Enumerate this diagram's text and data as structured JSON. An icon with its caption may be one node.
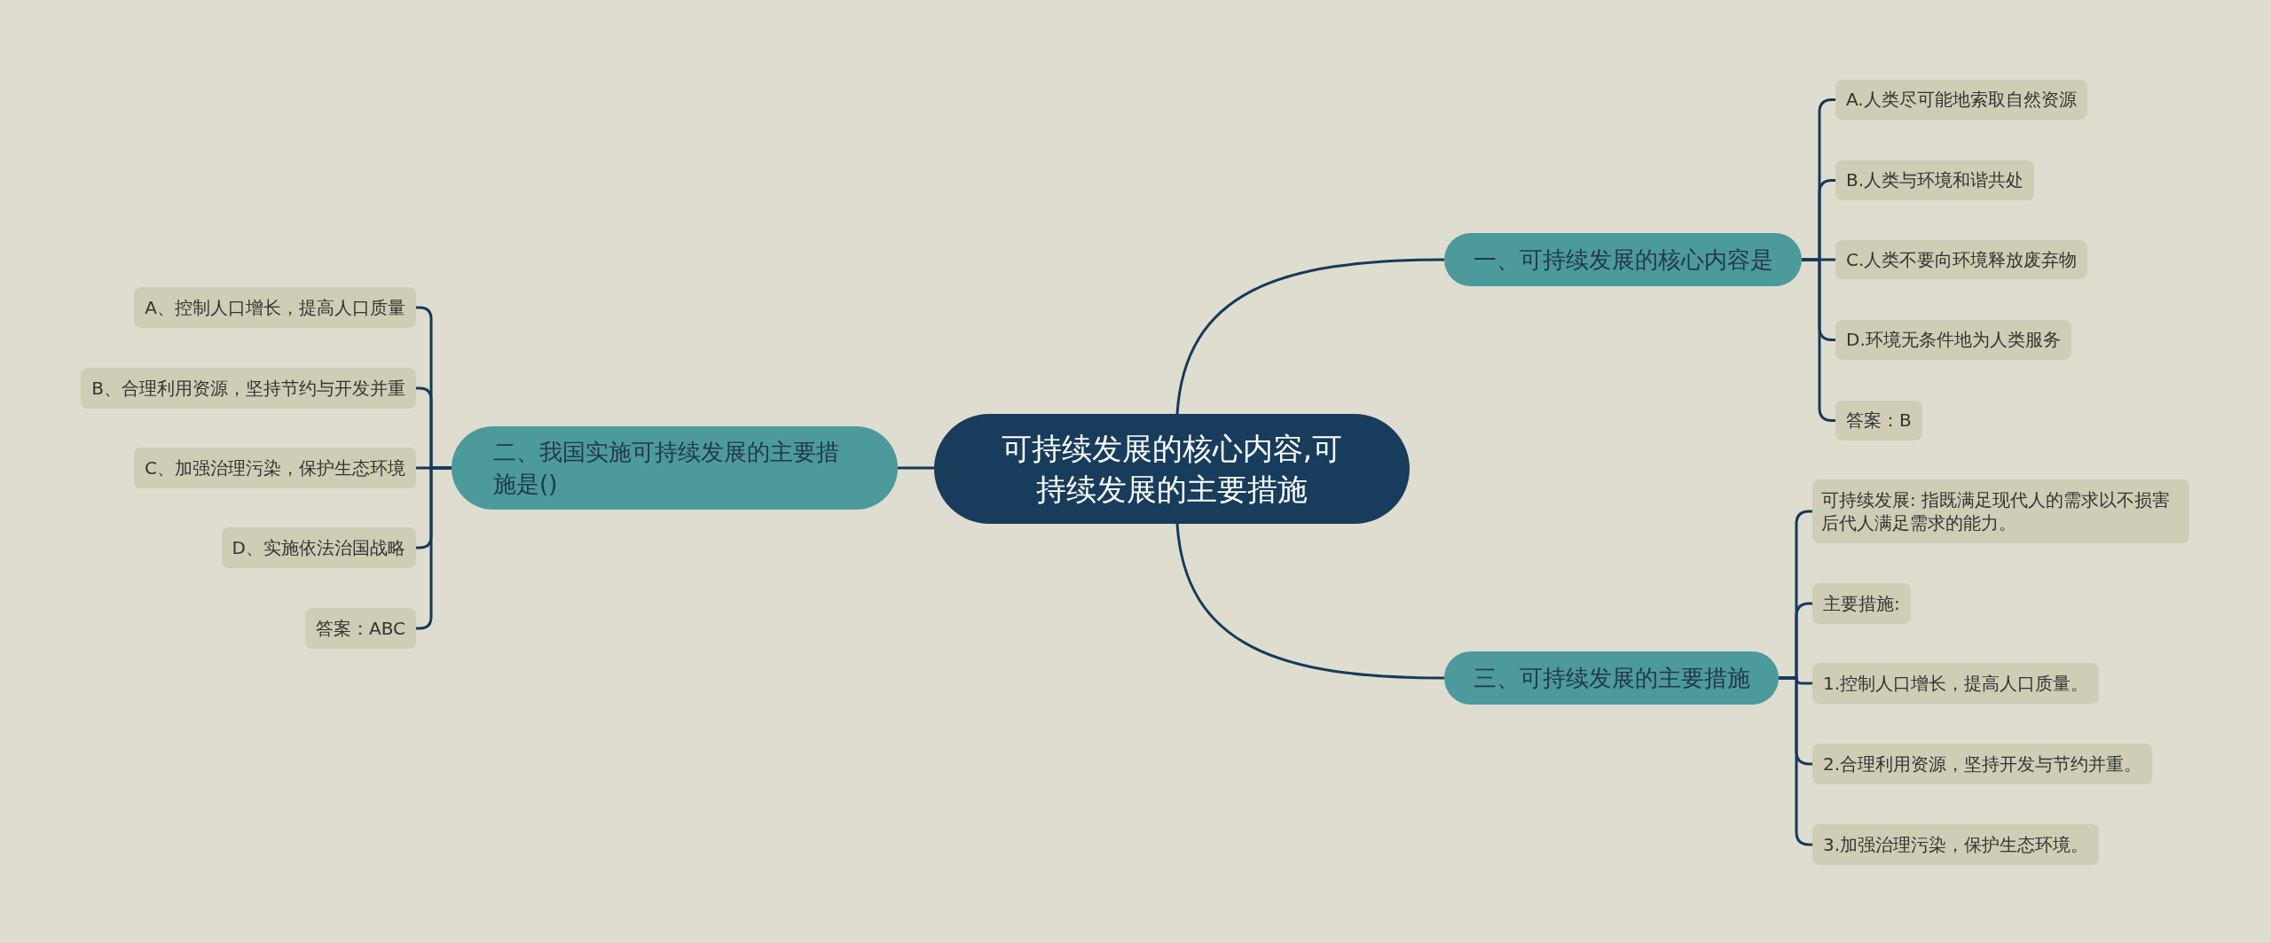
{
  "diagram": {
    "nodes": [
      {
        "text": [
          "可持续发展的核心内容,可持续发展的主要措施"
        ]
      },
      {
        "text": [
          "一、可持续发展的核心内容是"
        ]
      },
      {
        "text": [
          "A.人类尽可能地索取自然资源"
        ]
      },
      {
        "text": [
          "B.人类与环境和谐共处"
        ]
      },
      {
        "text": [
          "C.人类不要向环境释放废弃物"
        ]
      },
      {
        "text": [
          "D.环境无条件地为人类服务"
        ]
      },
      {
        "text": [
          "答案：B"
        ]
      },
      {
        "text": [
          "二、我国实施可持续发展的主要措施是()"
        ]
      },
      {
        "text": [
          "A、控制人口增长，提高人口质量"
        ]
      },
      {
        "text": [
          "B、合理利用资源，坚持节约与开发并重"
        ]
      },
      {
        "text": [
          "C、加强治理污染，保护生态环境"
        ]
      },
      {
        "text": [
          "D、实施依法治国战略"
        ]
      },
      {
        "text": [
          "答案：ABC"
        ]
      },
      {
        "text": [
          "三、可持续发展的主要措施"
        ]
      },
      {
        "text": [
          "可持续发展: 指既满足现代人的需求以不损害后代人满足需求的能力。"
        ]
      },
      {
        "text": [
          "主要措施:"
        ]
      },
      {
        "text": [
          "1.控制人口增长，提高人口质量。"
        ]
      },
      {
        "text": [
          "2.合理利用资源，坚持开发与节约并重。"
        ]
      },
      {
        "text": [
          "3.加强治理污染，保护生态环境。"
        ]
      }
    ],
    "edges": [
      {
        "from": 0,
        "to": 1,
        "arrow": "none"
      },
      {
        "from": 1,
        "to": 2,
        "arrow": "none"
      },
      {
        "from": 1,
        "to": 3,
        "arrow": "none"
      },
      {
        "from": 1,
        "to": 4,
        "arrow": "none"
      },
      {
        "from": 1,
        "to": 5,
        "arrow": "none"
      },
      {
        "from": 1,
        "to": 6,
        "arrow": "none"
      },
      {
        "from": 0,
        "to": 7,
        "arrow": "none"
      },
      {
        "from": 7,
        "to": 8,
        "arrow": "none"
      },
      {
        "from": 7,
        "to": 9,
        "arrow": "none"
      },
      {
        "from": 7,
        "to": 10,
        "arrow": "none"
      },
      {
        "from": 7,
        "to": 11,
        "arrow": "none"
      },
      {
        "from": 7,
        "to": 12,
        "arrow": "none"
      },
      {
        "from": 0,
        "to": 13,
        "arrow": "none"
      },
      {
        "from": 13,
        "to": 14,
        "arrow": "none"
      },
      {
        "from": 13,
        "to": 15,
        "arrow": "none"
      },
      {
        "from": 13,
        "to": 16,
        "arrow": "none"
      },
      {
        "from": 13,
        "to": 17,
        "arrow": "none"
      },
      {
        "from": 13,
        "to": 18,
        "arrow": "none"
      }
    ]
  }
}
